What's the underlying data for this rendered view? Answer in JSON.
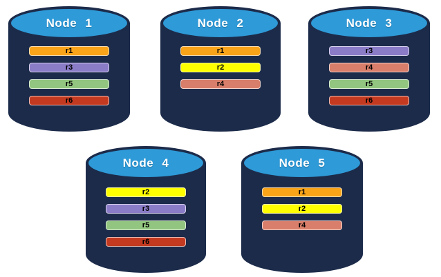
{
  "diagram": {
    "description": "Five database node cylinders showing replica placement",
    "colors": {
      "cylinder_top": "#2e9ad8",
      "cylinder_body": "#1c2b4a",
      "r1": "#faa41a",
      "r2": "#ffff00",
      "r3": "#8b7cc8",
      "r4": "#d97e6a",
      "r5": "#92c57f",
      "r6": "#c43a21"
    },
    "nodes": [
      {
        "label": "Node 1",
        "replicas": [
          "r1",
          "r3",
          "r5",
          "r6"
        ]
      },
      {
        "label": "Node 2",
        "replicas": [
          "r1",
          "r2",
          "r4"
        ]
      },
      {
        "label": "Node 3",
        "replicas": [
          "r3",
          "r4",
          "r5",
          "r6"
        ]
      },
      {
        "label": "Node 4",
        "replicas": [
          "r2",
          "r3",
          "r5",
          "r6"
        ]
      },
      {
        "label": "Node 5",
        "replicas": [
          "r1",
          "r2",
          "r4"
        ]
      }
    ]
  }
}
